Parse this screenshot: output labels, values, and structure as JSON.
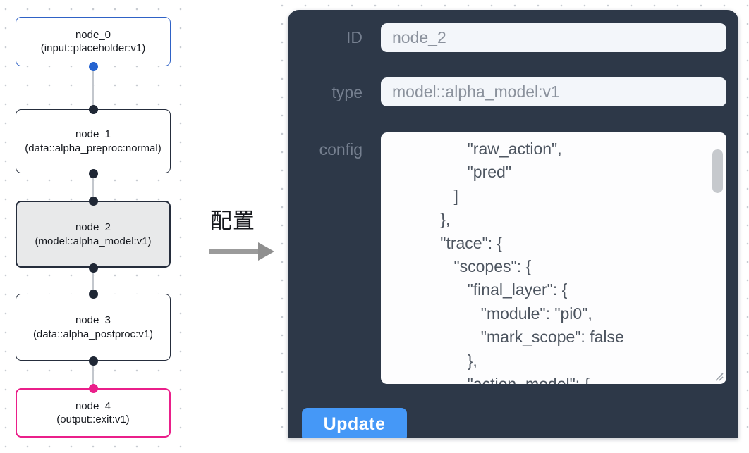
{
  "canvas": {
    "nodes": [
      {
        "name": "node_0",
        "type": "(input::placeholder:v1)"
      },
      {
        "name": "node_1",
        "type": "(data::alpha_preproc:normal)"
      },
      {
        "name": "node_2",
        "type": "(model::alpha_model:v1)"
      },
      {
        "name": "node_3",
        "type": "(data::alpha_postproc:v1)"
      },
      {
        "name": "node_4",
        "type": "(output::exit:v1)"
      }
    ]
  },
  "transition": {
    "label": "配置"
  },
  "panel": {
    "id_field": {
      "label": "ID",
      "value": "node_2"
    },
    "type_field": {
      "label": "type",
      "value": "model::alpha_model:v1"
    },
    "config_field": {
      "label": "config",
      "value": "                 \"raw_action\",\n                 \"pred\"\n              ]\n           },\n           \"trace\": {\n              \"scopes\": {\n                 \"final_layer\": {\n                    \"module\": \"pi0\",\n                    \"mark_scope\": false\n                 },\n                 \"action_model\": {"
    },
    "update_button": "Update"
  },
  "colors": {
    "accent-blue": "#4598f7",
    "panel-bg": "#2d3848",
    "node-input-border": "#2f62c6",
    "node-output-border": "#ea1f8a",
    "node-default-border": "#252d3c",
    "node-selected-bg": "#e8e9ea",
    "port-dark": "#1f2735"
  }
}
